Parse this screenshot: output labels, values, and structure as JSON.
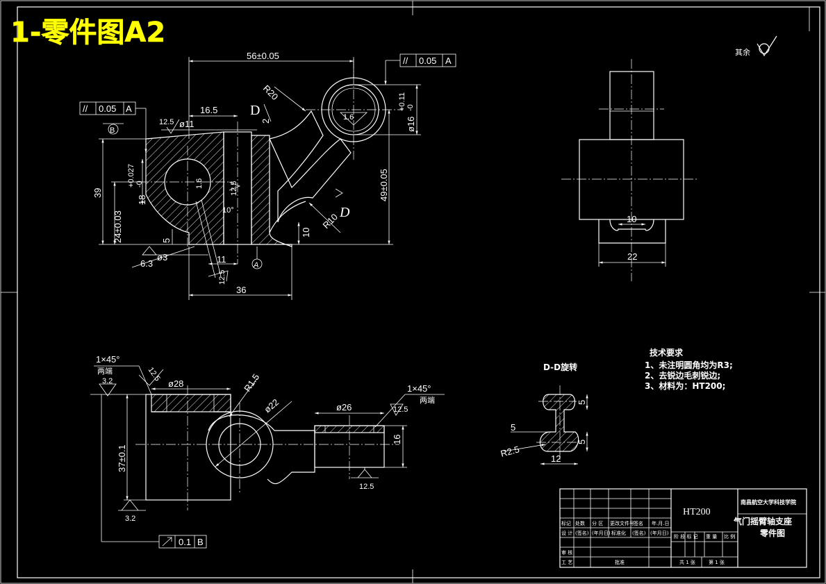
{
  "title": "1-零件图A2",
  "roughness_note": "其余",
  "dims": {
    "d56": "56±0.05",
    "d16_5": "16.5",
    "d39": "39",
    "d24": "24±0.03",
    "d18": "18",
    "d18tol_up": "+0.027",
    "d18tol_low": "-0",
    "d5": "5",
    "d11": "11",
    "d36": "36",
    "d49": "49±0.05",
    "d16": "ø16",
    "d16tol_up": "+0.11",
    "d16tol_low": "-0",
    "d10": "10",
    "d2": "2",
    "r20": "R20",
    "r10": "R10",
    "phi11": "ø11",
    "phi3": "ø3",
    "ang10": "10°",
    "r12_5a": "12.5",
    "r12_5b": "12.5",
    "r12_5c": "12.5",
    "r6_3": "6.3",
    "r1_6a": "1.6",
    "r1_6b": "1.6",
    "sec_D": "D",
    "sec_D2": "D",
    "datumA": "A",
    "datumB": "B",
    "tol1_sym": "//",
    "tol1_val": "0.05",
    "tol1_ref": "A",
    "tol2_sym": "//",
    "tol2_val": "0.05",
    "tol2_ref": "A",
    "side_w10": "10",
    "side_w22": "22",
    "b_chamfer1": "1×45°",
    "b_both1": "两端",
    "b_r3_2a": "3.2",
    "b_r12_5": "12.5",
    "b_phi28": "ø28",
    "b_r1_5": "R1.5",
    "b_phi22": "ø22",
    "b_phi26": "ø26",
    "b_chamfer2": "1×45°",
    "b_both2": "两端",
    "b_r12_5b": "12.5",
    "b_16": "16",
    "b_37": "37±0.1",
    "b_r12_5c": "12.5",
    "b_r3_2b": "3.2",
    "b_tol_val": "0.1",
    "b_tol_ref": "B",
    "dd_title": "D-D旋转",
    "dd_5a": "5",
    "dd_5b": "5",
    "dd_5c": "5",
    "dd_r2_5": "R2.5",
    "dd_12": "12"
  },
  "tech_req": {
    "heading": "技术要求",
    "items": [
      "1、未注明圆角均为R3;",
      "2、去锐边毛刺锐边;",
      "3、材料为：HT200;"
    ]
  },
  "title_block": {
    "material": "HT200",
    "school": "南昌航空大学科技学院",
    "part_name": "气门摇臂轴支座",
    "drawing_type": "零件图",
    "h_mark": "标记",
    "h_count": "处数",
    "h_zone": "分 区",
    "h_docno": "更改文件号",
    "h_sign": "签名",
    "h_date": "年.月.日",
    "r_design": "设 计",
    "r_sign": "(签名)",
    "r_date": "(年月日)",
    "r_std": "标准化",
    "r_sign2": "(签名)",
    "r_date2": "(年月日)",
    "r_check": "审 核",
    "r_process": "工 艺",
    "r_approve": "批准",
    "stage_labels": "阶 段 标 记",
    "weight": "重 量",
    "scale": "比 例",
    "sheets": "共 1 张",
    "sheet_no": "第 1 张"
  }
}
